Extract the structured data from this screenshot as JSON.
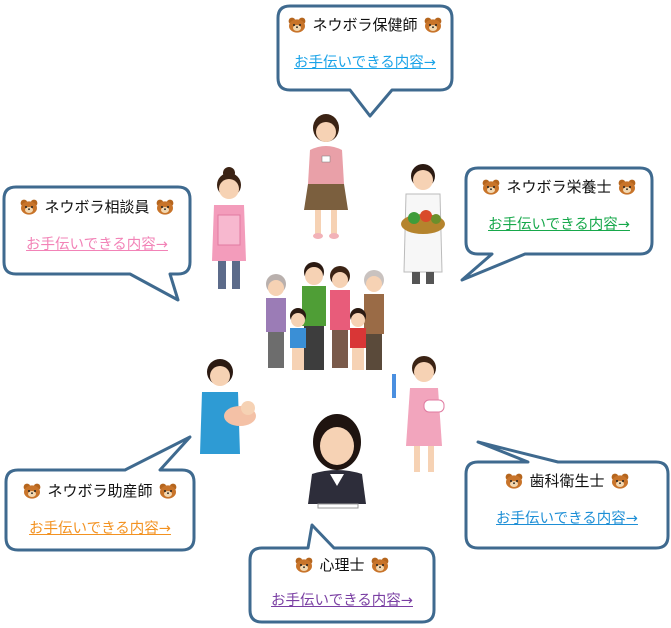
{
  "colors": {
    "border": "#3f6a8f",
    "hokenshi_link": "#1aa3e8",
    "eiyoushi_link": "#17a84b",
    "soudanin_link": "#f283b7",
    "joushanshi_link": "#f39221",
    "shinrishi_link": "#7a3fa3",
    "shika_link": "#1e8fd6"
  },
  "bubbles": {
    "hokenshi": {
      "title": "ネウボラ保健師",
      "link": "お手伝いできる内容→"
    },
    "eiyoushi": {
      "title": "ネウボラ栄養士",
      "link": "お手伝いできる内容→"
    },
    "soudanin": {
      "title": "ネウボラ相談員",
      "link": "お手伝いできる内容→"
    },
    "joushanshi": {
      "title": "ネウボラ助産師",
      "link": "お手伝いできる内容→"
    },
    "shinrishi": {
      "title": "心理士",
      "link": "お手伝いできる内容→"
    },
    "shika": {
      "title": "歯科衛生士",
      "link": "お手伝いできる内容→"
    }
  },
  "icons": [
    "bear-face-icon"
  ]
}
